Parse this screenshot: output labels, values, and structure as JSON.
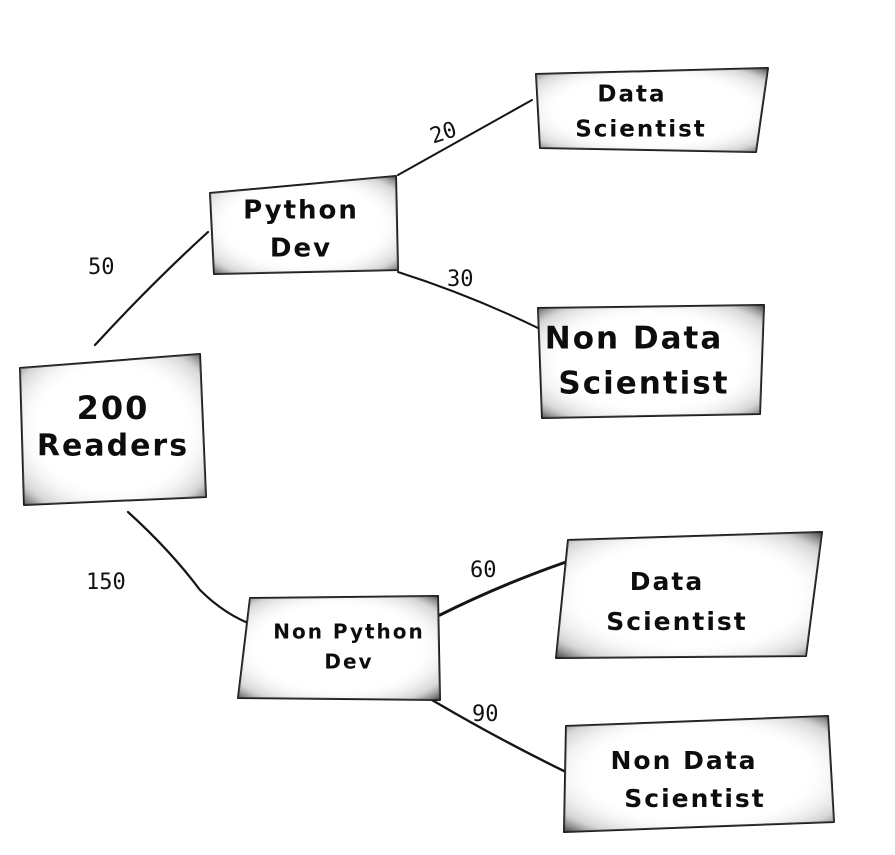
{
  "diagram": {
    "root": {
      "line1": "200",
      "line2": "Readers"
    },
    "python_dev": {
      "node": {
        "line1": "Python",
        "line2": "Dev"
      },
      "edge_label": "50",
      "data_scientist": {
        "line1": "Data",
        "line2": "Scientist",
        "edge_label": "20"
      },
      "non_data_scientist": {
        "line1": "Non Data",
        "line2": "Scientist",
        "edge_label": "30"
      }
    },
    "non_python_dev": {
      "node": {
        "line1": "Non Python",
        "line2": "Dev"
      },
      "edge_label": "150",
      "data_scientist": {
        "line1": "Data",
        "line2": "Scientist",
        "edge_label": "60"
      },
      "non_data_scientist": {
        "line1": "Non Data",
        "line2": "Scientist",
        "edge_label": "90"
      }
    }
  },
  "colors": {
    "ink": "#111111",
    "shade": "#3a3a3a",
    "paper": "#ffffff"
  }
}
